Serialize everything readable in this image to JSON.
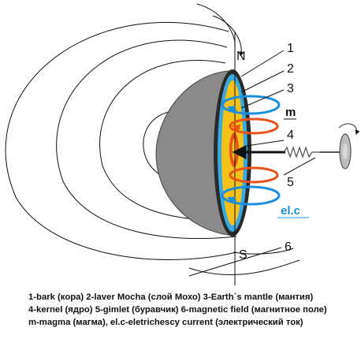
{
  "diagram": {
    "pole_north": "N",
    "pole_south": "S",
    "labels": {
      "bark": "1",
      "layer_moho": "2",
      "mantle": "3",
      "kernel": "4",
      "gimlet": "5",
      "magnetic_field": "6",
      "magma": "m",
      "current": "el.c"
    },
    "colors": {
      "hemisphere": "#8a8a8a",
      "crust": "#2a2a2a",
      "moho": "#3aa9e0",
      "mantle": "#f6c21a",
      "magma_loops": "#e8531a",
      "current_loops": "#1a8ee0",
      "field_lines": "#111111"
    }
  },
  "caption": {
    "line1": "1-bark (кора) 2-laver Mocha (слой Мохо) 3-Earth`s mantle (мантия)",
    "line2": "4-kernel (ядро) 5-gimlet (буравчик) 6-magnetic field (магнитное поле)",
    "line3": "m-magma (магма), el.c-eletrichescy current (электрический ток)"
  }
}
